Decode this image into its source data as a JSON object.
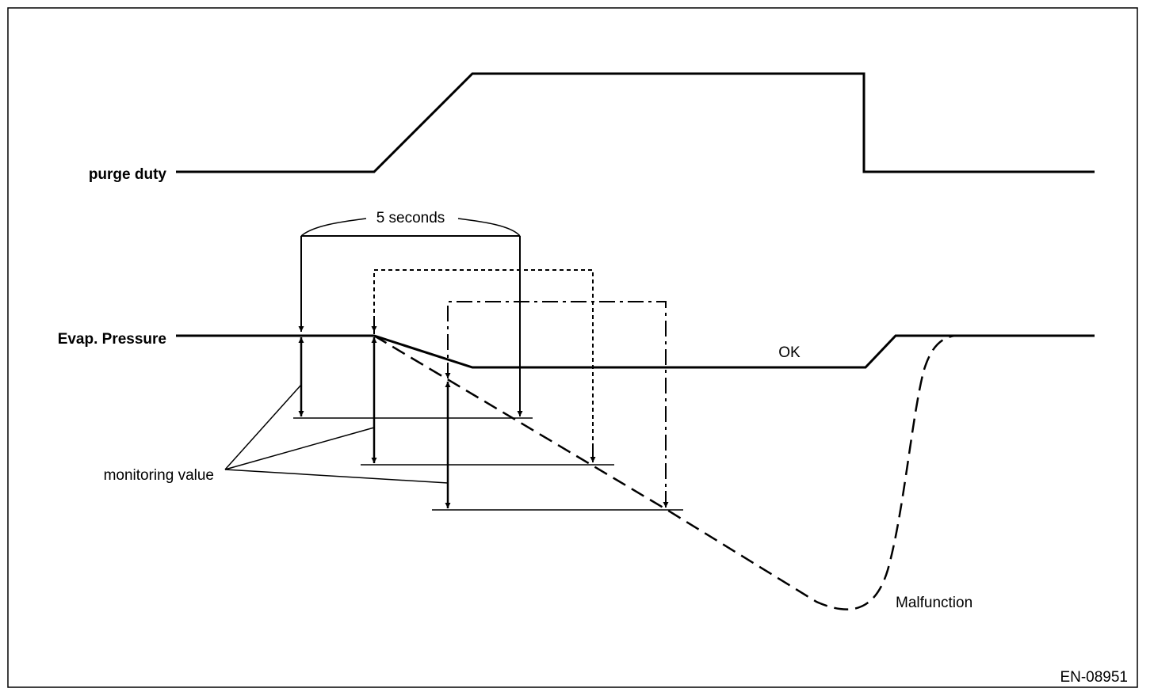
{
  "labels": {
    "purge_duty": "purge duty",
    "evap_pressure": "Evap. Pressure",
    "five_seconds": "5 seconds",
    "ok": "OK",
    "monitoring_value": "monitoring value",
    "malfunction": "Malfunction",
    "figure_code": "EN-08951"
  },
  "colors": {
    "stroke": "#000000",
    "background": "#ffffff"
  }
}
